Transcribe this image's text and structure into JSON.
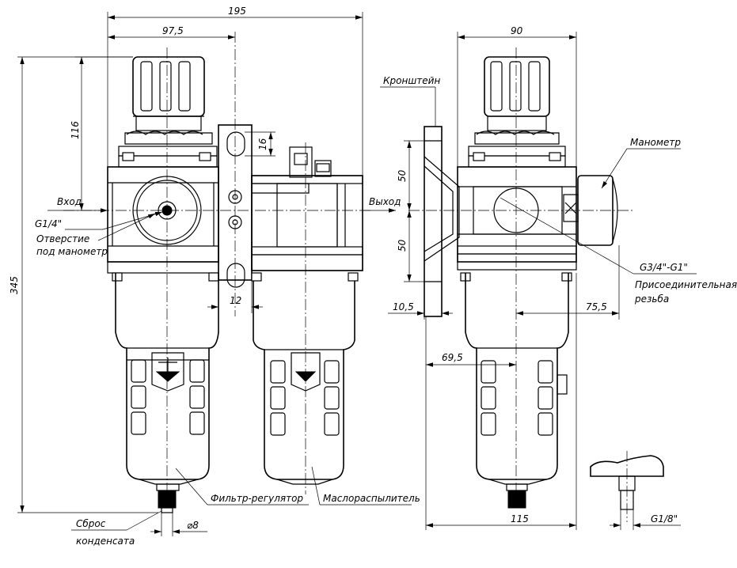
{
  "dimensions": {
    "overall_width": "195",
    "half_width": "97,5",
    "top_height": "116",
    "port_spacing": "16",
    "total_height": "345",
    "side_width": "90",
    "bracket_up": "50",
    "bracket_down": "50",
    "bracket_offset": "10,5",
    "gauge_offset": "75,5",
    "body_offset": "69,5",
    "bottom_width": "115",
    "center_gap": "12",
    "drain_diameter": "⌀8"
  },
  "labels": {
    "inlet": "Вход",
    "outlet": "Выход",
    "gauge_port_thread": "G1/4\"",
    "gauge_port_line1": "Отверстие",
    "gauge_port_line2": "под манометр",
    "bracket": "Кронштейн",
    "gauge": "Манометр",
    "thread_spec": "G3/4\"-G1\"",
    "connection_line1": "Присоединительная",
    "connection_line2": "резьба",
    "filter_regulator": "Фильтр-регулятор",
    "lubricator": "Маслораспылитель",
    "drain_line1": "Сброс",
    "drain_line2": "конденсата",
    "valve_thread": "G1/8\""
  }
}
